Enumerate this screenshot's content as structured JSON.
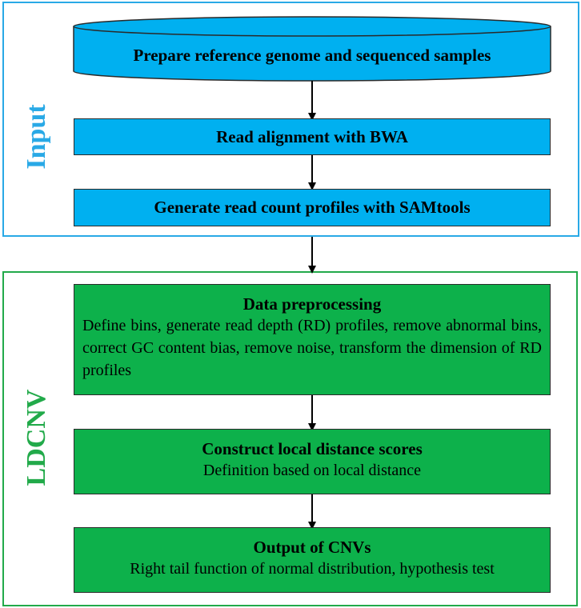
{
  "groups": {
    "input": {
      "label": "Input",
      "color": "#29a9e6"
    },
    "ldcnv": {
      "label": "LDCNV",
      "color": "#22aa4a"
    }
  },
  "steps": {
    "prepare": "Prepare reference genome and sequenced samples",
    "align": "Read alignment with BWA",
    "count": "Generate read count profiles with SAMtools",
    "preprocess": {
      "title": "Data preprocessing",
      "desc": "Define bins, generate read depth (RD) profiles, remove abnormal bins, correct GC content bias, remove noise, transform the dimension of RD profiles"
    },
    "scores": {
      "title": "Construct local distance scores",
      "desc": "Definition based on local distance"
    },
    "output": {
      "title": "Output of CNVs",
      "desc": "Right tail function of normal distribution, hypothesis test"
    }
  },
  "colors": {
    "input_fill": "#00b0f0",
    "ldcnv_fill": "#0db14b"
  }
}
